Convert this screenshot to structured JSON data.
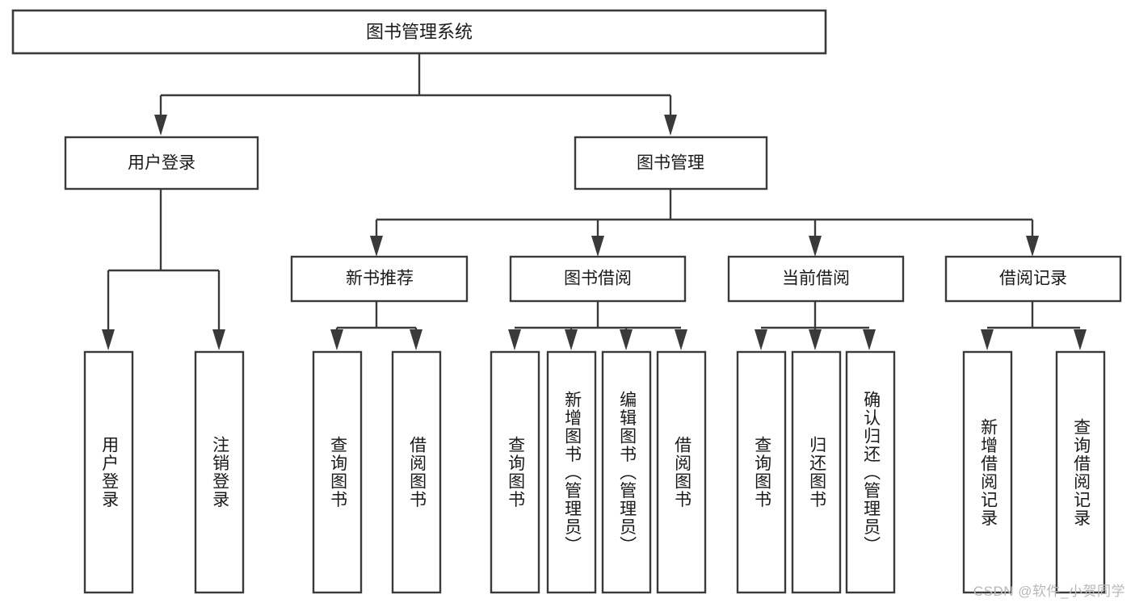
{
  "diagram": {
    "title": "图书管理系统",
    "type": "hierarchy-tree",
    "orientation": "top-down",
    "levels": 4,
    "colors": {
      "box_fill": "#ffffff",
      "box_stroke": "#3a3a3a",
      "connector": "#3a3a3a",
      "text": "#1a1a1a",
      "background": "#ffffff",
      "watermark": "#b8b8b8"
    }
  },
  "root": {
    "label": "图书管理系统"
  },
  "level2": [
    {
      "label": "用户登录"
    },
    {
      "label": "图书管理"
    }
  ],
  "level3": [
    {
      "label": "新书推荐"
    },
    {
      "label": "图书借阅"
    },
    {
      "label": "当前借阅"
    },
    {
      "label": "借阅记录"
    }
  ],
  "leaves": {
    "user_login": [
      {
        "label": "用户登录"
      },
      {
        "label": "注销登录"
      }
    ],
    "new_book_recommend": [
      {
        "label": "查询图书"
      },
      {
        "label": "借阅图书"
      }
    ],
    "book_borrow": [
      {
        "label": "查询图书"
      },
      {
        "label": "新增图书（管理员）"
      },
      {
        "label": "编辑图书（管理员）"
      },
      {
        "label": "借阅图书"
      }
    ],
    "current_borrow": [
      {
        "label": "查询图书"
      },
      {
        "label": "归还图书"
      },
      {
        "label": "确认归还（管理员）"
      }
    ],
    "borrow_record": [
      {
        "label": "新增借阅记录"
      },
      {
        "label": "查询借阅记录"
      }
    ]
  },
  "watermark": {
    "text": "CSDN @软件_小贺同学"
  }
}
